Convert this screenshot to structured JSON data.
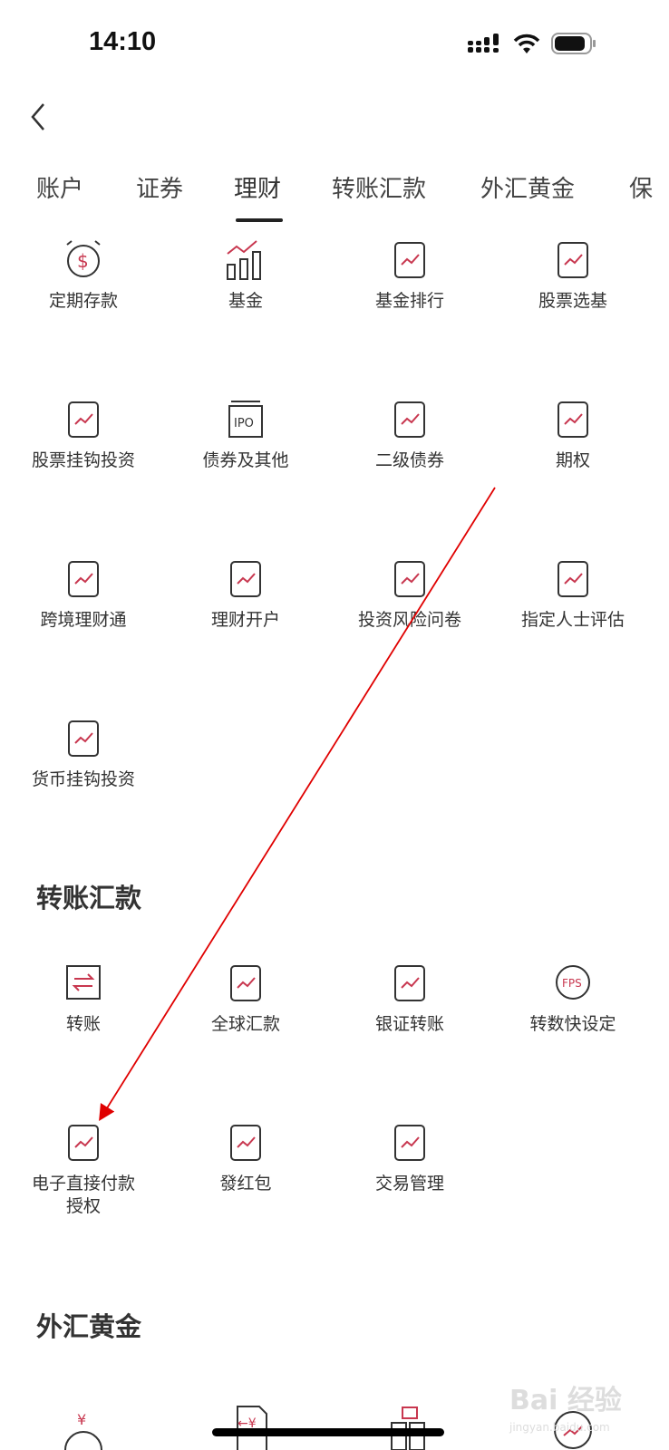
{
  "status_bar": {
    "time": "14:10"
  },
  "tabs": [
    {
      "label": "账户"
    },
    {
      "label": "证券"
    },
    {
      "label": "理财",
      "active": true
    },
    {
      "label": "转账汇款"
    },
    {
      "label": "外汇黄金"
    },
    {
      "label": "保"
    }
  ],
  "wealth_items": [
    {
      "label": "定期存款",
      "icon": "alarm-dollar-icon"
    },
    {
      "label": "基金",
      "icon": "bar-chart-icon"
    },
    {
      "label": "基金排行",
      "icon": "trophy-chart-icon"
    },
    {
      "label": "股票选基",
      "icon": "magnifier-chart-icon"
    },
    {
      "label": "股票挂钩投资",
      "icon": "chart-link-icon"
    },
    {
      "label": "债券及其他",
      "icon": "ipo-icon"
    },
    {
      "label": "二级债券",
      "icon": "trophy-doc-icon"
    },
    {
      "label": "期权",
      "icon": "certificate-icon"
    },
    {
      "label": "跨境理财通",
      "icon": "cross-border-icon"
    },
    {
      "label": "理财开户",
      "icon": "account-open-icon"
    },
    {
      "label": "投资风险问卷",
      "icon": "shield-crown-icon"
    },
    {
      "label": "指定人士评估",
      "icon": "heart-person-icon"
    },
    {
      "label": "货币挂钩投资",
      "icon": "currency-link-icon"
    }
  ],
  "transfer_section": {
    "title": "转账汇款",
    "items": [
      {
        "label": "转账",
        "icon": "transfer-icon"
      },
      {
        "label": "全球汇款",
        "icon": "global-remit-icon"
      },
      {
        "label": "银证转账",
        "icon": "bank-securities-icon"
      },
      {
        "label": "转数快设定",
        "icon": "fps-icon"
      },
      {
        "label": "电子直接付款授权",
        "icon": "edda-icon"
      },
      {
        "label": "發红包",
        "icon": "red-packet-icon"
      },
      {
        "label": "交易管理",
        "icon": "transaction-settings-icon"
      }
    ]
  },
  "fx_section": {
    "title": "外汇黄金"
  },
  "watermark": {
    "line1": "Bai 经验",
    "line2": "jingyan.baidu.com"
  },
  "colors": {
    "accent": "#c8374f",
    "annotation_arrow": "#e00000"
  }
}
